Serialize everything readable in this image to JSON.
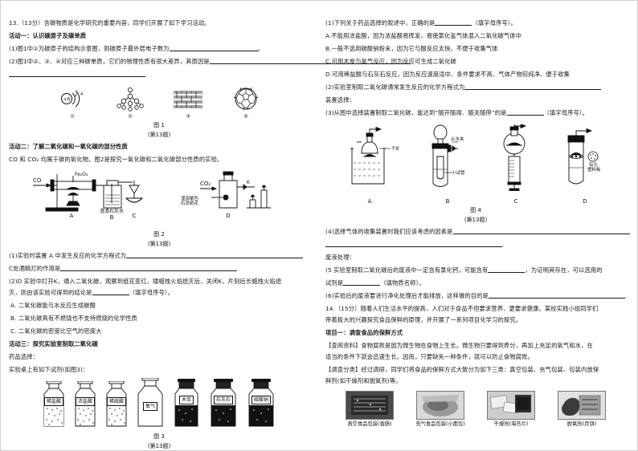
{
  "document": {
    "left_column": {
      "q13_intro": "13.（13分）含碳物质是化学研究的重要内容，同学们开展了如下学习活动。",
      "activity1_title": "活动一：认识碳原子及碳单质",
      "q1_1_prefix": "(1)图1中①为碳原子的结构示意图，则碳原子最外层电子数为",
      "q1_1_suffix": "。",
      "q1_2_prefix": "(2)图1中②、③、④对应三种碳单质，它们的物理性质有很大差异，其原因是",
      "fig1": {
        "items": [
          {
            "label": "①",
            "name": "carbon-atom-structure"
          },
          {
            "label": "②",
            "name": "diamond-structure"
          },
          {
            "label": "③",
            "name": "graphite-structure"
          },
          {
            "label": "④",
            "name": "fullerene-structure"
          }
        ],
        "caption_title": "图 1",
        "caption_sub": "(第13题)"
      },
      "activity2_title": "活动二：了解二氧化碳和一氧化碳的部分性质",
      "activity2_lead": "CO 和 CO₂ 均属于碳的氧化物。图2是探究一氧化碳和二氧化碳部分性质的实验。",
      "fig2": {
        "gas_in_left": "CO",
        "catalyst": "Fe₂O₃",
        "limewater": "澄清石灰水",
        "label_a": "A",
        "label_b": "B",
        "label_c": "C",
        "gas_in_right": "CO₂",
        "litmus": "湿润紫色\n石蕊纸花",
        "valve": "K",
        "label_d": "D",
        "caption_title": "图 2",
        "caption_sub": "(第13题)"
      },
      "q2_1_prefix": "(1)实验时装置 A 中发生反应的化学方程式为",
      "q2_2_prefix": "C处酒精灯的作用是",
      "q2_3_line1": "(2)D 实验中打开K，通入二氧化碳，观察到纸花变红，矮蜡烛火焰熄灭后，关闭K，片刻后长蜡烛火焰熄",
      "q2_3_line2_prefix": "灭，则由该实验可得到的结论是",
      "q2_3_line2_suffix": "（填字母序号）。",
      "options": [
        "A. 二氧化碳能与水反应生成碳酸",
        "B. 二氧化碳具有不燃烧也不支持燃烧的化学性质",
        "C. 二氧化碳的密度比空气的密度大"
      ],
      "activity3_title": "活动三：探究实验室制取二氧化碳",
      "reagent_heading": "药品选择：",
      "reagent_lead": "实验桌上有如下试剂(如图3)：",
      "fig3": {
        "bottles": [
          {
            "label": "稀盐酸",
            "type": "liquid"
          },
          {
            "label": "浓盐酸",
            "type": "liquid"
          },
          {
            "label": "稀硫酸",
            "type": "liquid"
          },
          {
            "label": "氧气",
            "type": "gas"
          },
          {
            "label": "木炭",
            "type": "solid"
          },
          {
            "label": "石灰石",
            "type": "solid"
          },
          {
            "label": "碳酸钠",
            "type": "solid"
          }
        ],
        "caption_title": "图 3",
        "caption_sub": "(第13题)"
      }
    },
    "right_column": {
      "q3_1_prefix": "(1)下列关于药品选择的叙述中，正确的是",
      "q3_1_suffix": "（填字母序号）。",
      "options": [
        "A.不能用浓盐酸，因为浓盐酸易挥发，易使氯化氢气体混入二氧化碳气体中",
        "B.一般不选用碳酸钠粉末，因为它与酸反应太快，不便于收集气体",
        "C.可用木炭与氧气反应，因为反应可生成二氧化碳",
        "D.可用稀盐酸与石灰石反应，因为反应速度适中、条件要求不高、气体产物较纯净、便于收集"
      ],
      "q3_2_prefix": "(2)实验室制取二氧化碳通常发生反应的化学方程式为",
      "device_heading": "装置选择：",
      "q3_3_prefix": "(3)从图中选择装置制取二氧化碳，能达到“随开随用、随关随停”的是",
      "q3_3_suffix": "（填字母序号）。",
      "fig4": {
        "items": [
          {
            "label": "A",
            "note": "干燥管",
            "name": "beaker-dryingtube-generator"
          },
          {
            "label": "B",
            "note_top": "止水夹",
            "note_bottom": "小试管",
            "name": "testtube-clamp-generator"
          },
          {
            "label": "C",
            "note": "",
            "name": "syringe-generator"
          },
          {
            "label": "D",
            "note": "有孔\n塑料板",
            "name": "perforated-plate-generator"
          }
        ],
        "caption_title": "图 4",
        "caption_sub": "(第13题)"
      },
      "q3_4_prefix": "(4)选择气体的收集装置时我们应该考虑的因素是",
      "waste_heading": "废液处理：",
      "q3_5_line1_prefix": "(5 实验室制取二氧化碳后的废液中一定含有氯化钙，可能含有",
      "q3_5_line1_suffix": "，为证明其存在，可以选用的",
      "q3_5_line2_prefix": "试剂是",
      "q3_5_line2_suffix": "（填物质名称）。",
      "q3_6_prefix": "(6)实验后的废液要进行净化处理后才能排放，这样做的目的是",
      "q14_line1": "14.（15分）随着人们生活水平的提高，人们对于食品不但要求营养、更要求健康。某校实践小组同学们",
      "q14_line2": "带着极大的兴趣探究食品保鲜的原理，并开展了一系列项目化学习的探究。",
      "project1_title": "项目一：调查食品的保鲜方式",
      "data_line1": "【查阅资料】食物腐败是因为微生物在食物上生长。微生物只要得到养分，再加上充足的氧气和水，在",
      "data_line2": "适当的条件下就会迅速生长。因而，只要缺失一种条件，就可以防止食物腐败。",
      "survey_line1": "【调查分类】经过调研，同学们将食品的保鲜方式大致分为如下三类：真空包装、充气包装、包装内放保",
      "survey_line2": "鲜剂(如干燥剂和脱氧剂)等。",
      "photos": [
        "真空食品包装(香肠)",
        "充气食品包装(小面包)",
        "干燥剂(海苔片)",
        "脱氧剂(月饼)"
      ]
    }
  }
}
